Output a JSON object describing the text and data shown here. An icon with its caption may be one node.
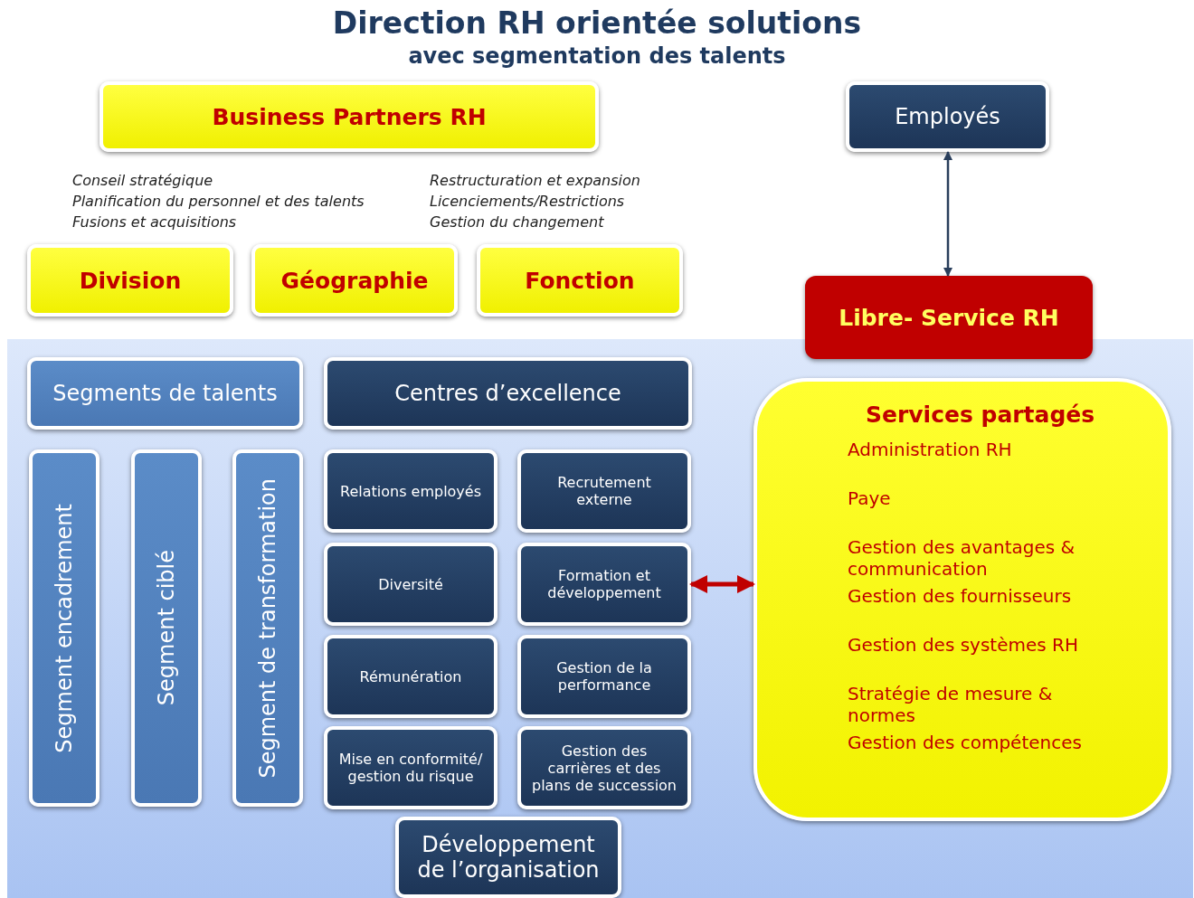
{
  "diagram": {
    "title": "Direction RH orientée solutions",
    "nodes": [
      {
        "text": [
          "Business Partners RH"
        ]
      },
      {
        "text": [
          "Employés"
        ]
      },
      {
        "text": [
          "Division"
        ]
      },
      {
        "text": [
          "Géographie"
        ]
      },
      {
        "text": [
          "Fonction"
        ]
      },
      {
        "text": [
          "Libre- Service RH"
        ]
      },
      {
        "text": [
          "Segments de talents"
        ]
      },
      {
        "text": [
          "Centres d’excellence"
        ]
      },
      {
        "text": [
          "Segment encadrement"
        ]
      },
      {
        "text": [
          "Segment ciblé"
        ]
      },
      {
        "text": [
          "Segment de transformation"
        ]
      },
      {
        "text": [
          "Relations employés"
        ]
      },
      {
        "text": [
          "Recrutement externe"
        ]
      },
      {
        "text": [
          "Diversité"
        ]
      },
      {
        "text": [
          "Formation et développement"
        ]
      },
      {
        "text": [
          "Rémunération"
        ]
      },
      {
        "text": [
          "Gestion de la performance"
        ]
      },
      {
        "text": [
          "Mise en conformité/ gestion du risque"
        ]
      },
      {
        "text": [
          "Gestion des carrières et des plans de succession"
        ]
      },
      {
        "text": [
          "Développement de l’organisation"
        ]
      },
      {
        "text": [
          "Services partagés",
          "Administration RH",
          "Paye",
          "Gestion des avantages & communication",
          "Gestion des fournisseurs",
          "Gestion des systèmes RH",
          "Stratégie de mesure & normes",
          "Gestion des compétences"
        ]
      }
    ],
    "edges": [
      {
        "from": 1,
        "to": 5,
        "arrow": "both"
      },
      {
        "from": 14,
        "to": 20,
        "arrow": "both",
        "style": "thick",
        "color": "#c00000"
      }
    ],
    "labels": [
      "avec segmentation des talents",
      "Conseil stratégique",
      "Planification du personnel et des talents",
      "Fusions et acquisitions",
      "Restructuration et expansion",
      "Licenciements/Restrictions",
      "Gestion du changement"
    ]
  }
}
